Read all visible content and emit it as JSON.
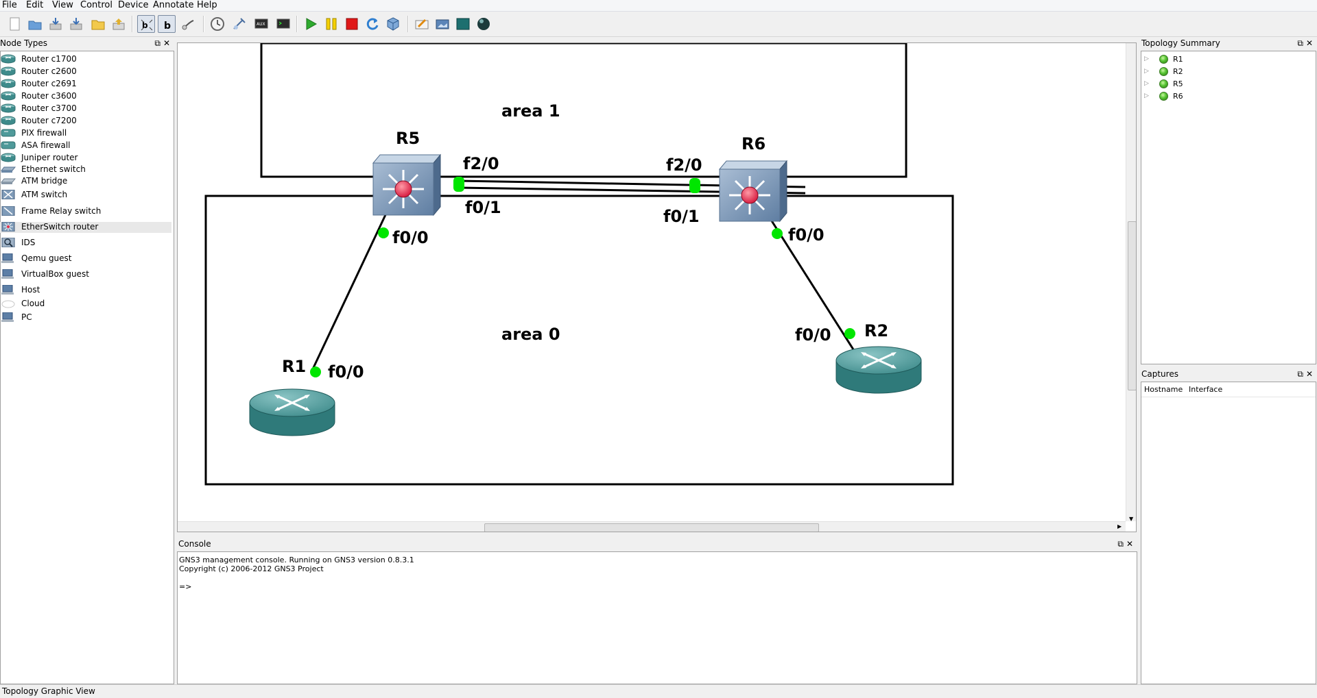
{
  "menu": [
    "File",
    "Edit",
    "View",
    "Control",
    "Device",
    "Annotate",
    "Help"
  ],
  "toolbar": {
    "icons": [
      "new-icon",
      "open-icon",
      "save-icon",
      "save-as-icon",
      "import-icon",
      "export-icon",
      "show-hostnames-icon",
      "show-interface-labels-icon",
      "add-link-icon",
      "idle-pc-icon",
      "configure-icon",
      "aux-console-icon",
      "console-icon",
      "start-icon",
      "suspend-icon",
      "stop-icon",
      "reload-icon",
      "virtualbox-icon",
      "add-note-icon",
      "insert-picture-icon",
      "draw-rectangle-icon",
      "draw-ellipse-icon"
    ]
  },
  "node_types": {
    "title": "Node Types",
    "items": [
      {
        "label": "Router c1700",
        "icon": "router-icon"
      },
      {
        "label": "Router c2600",
        "icon": "router-icon"
      },
      {
        "label": "Router c2691",
        "icon": "router-icon"
      },
      {
        "label": "Router c3600",
        "icon": "router-icon"
      },
      {
        "label": "Router c3700",
        "icon": "router-icon"
      },
      {
        "label": "Router c7200",
        "icon": "router-icon"
      },
      {
        "label": "PIX firewall",
        "icon": "firewall-icon"
      },
      {
        "label": "ASA firewall",
        "icon": "firewall-icon"
      },
      {
        "label": "Juniper router",
        "icon": "router-icon"
      },
      {
        "label": "Ethernet switch",
        "icon": "switch-icon"
      },
      {
        "label": "ATM bridge",
        "icon": "bridge-icon"
      },
      {
        "label": "ATM switch",
        "icon": "atm-switch-icon"
      },
      {
        "label": "Frame Relay switch",
        "icon": "frame-relay-icon"
      },
      {
        "label": "EtherSwitch router",
        "icon": "etherswitch-icon"
      },
      {
        "label": "IDS",
        "icon": "ids-icon"
      },
      {
        "label": "Qemu guest",
        "icon": "computer-icon"
      },
      {
        "label": "VirtualBox guest",
        "icon": "computer-icon"
      },
      {
        "label": "Host",
        "icon": "computer-icon"
      },
      {
        "label": "Cloud",
        "icon": "cloud-icon"
      },
      {
        "label": "PC",
        "icon": "computer-icon"
      }
    ],
    "selected": "EtherSwitch router"
  },
  "topology": {
    "areas": [
      {
        "label": "area 1"
      },
      {
        "label": "area 0"
      }
    ],
    "nodes": [
      {
        "name": "R5",
        "kind": "multilayer-switch"
      },
      {
        "name": "R6",
        "kind": "multilayer-switch"
      },
      {
        "name": "R1",
        "kind": "router"
      },
      {
        "name": "R2",
        "kind": "router"
      }
    ],
    "interfaces": {
      "r5_f20": "f2/0",
      "r5_f01": "f0/1",
      "r5_f00": "f0/0",
      "r6_f20": "f2/0",
      "r6_f01": "f0/1",
      "r6_f00": "f0/0",
      "r1_f00": "f0/0",
      "r2_f00": "f0/0"
    },
    "link_dot_color": "#00e600"
  },
  "summary": {
    "title": "Topology Summary",
    "nodes": [
      "R1",
      "R2",
      "R5",
      "R6"
    ]
  },
  "captures": {
    "title": "Captures",
    "columns": [
      "Hostname",
      "Interface"
    ]
  },
  "console": {
    "title": "Console",
    "lines": [
      "GNS3 management console. Running on GNS3 version 0.8.3.1",
      "Copyright (c) 2006-2012 GNS3 Project",
      "",
      "=>"
    ]
  },
  "status": "Topology Graphic View"
}
